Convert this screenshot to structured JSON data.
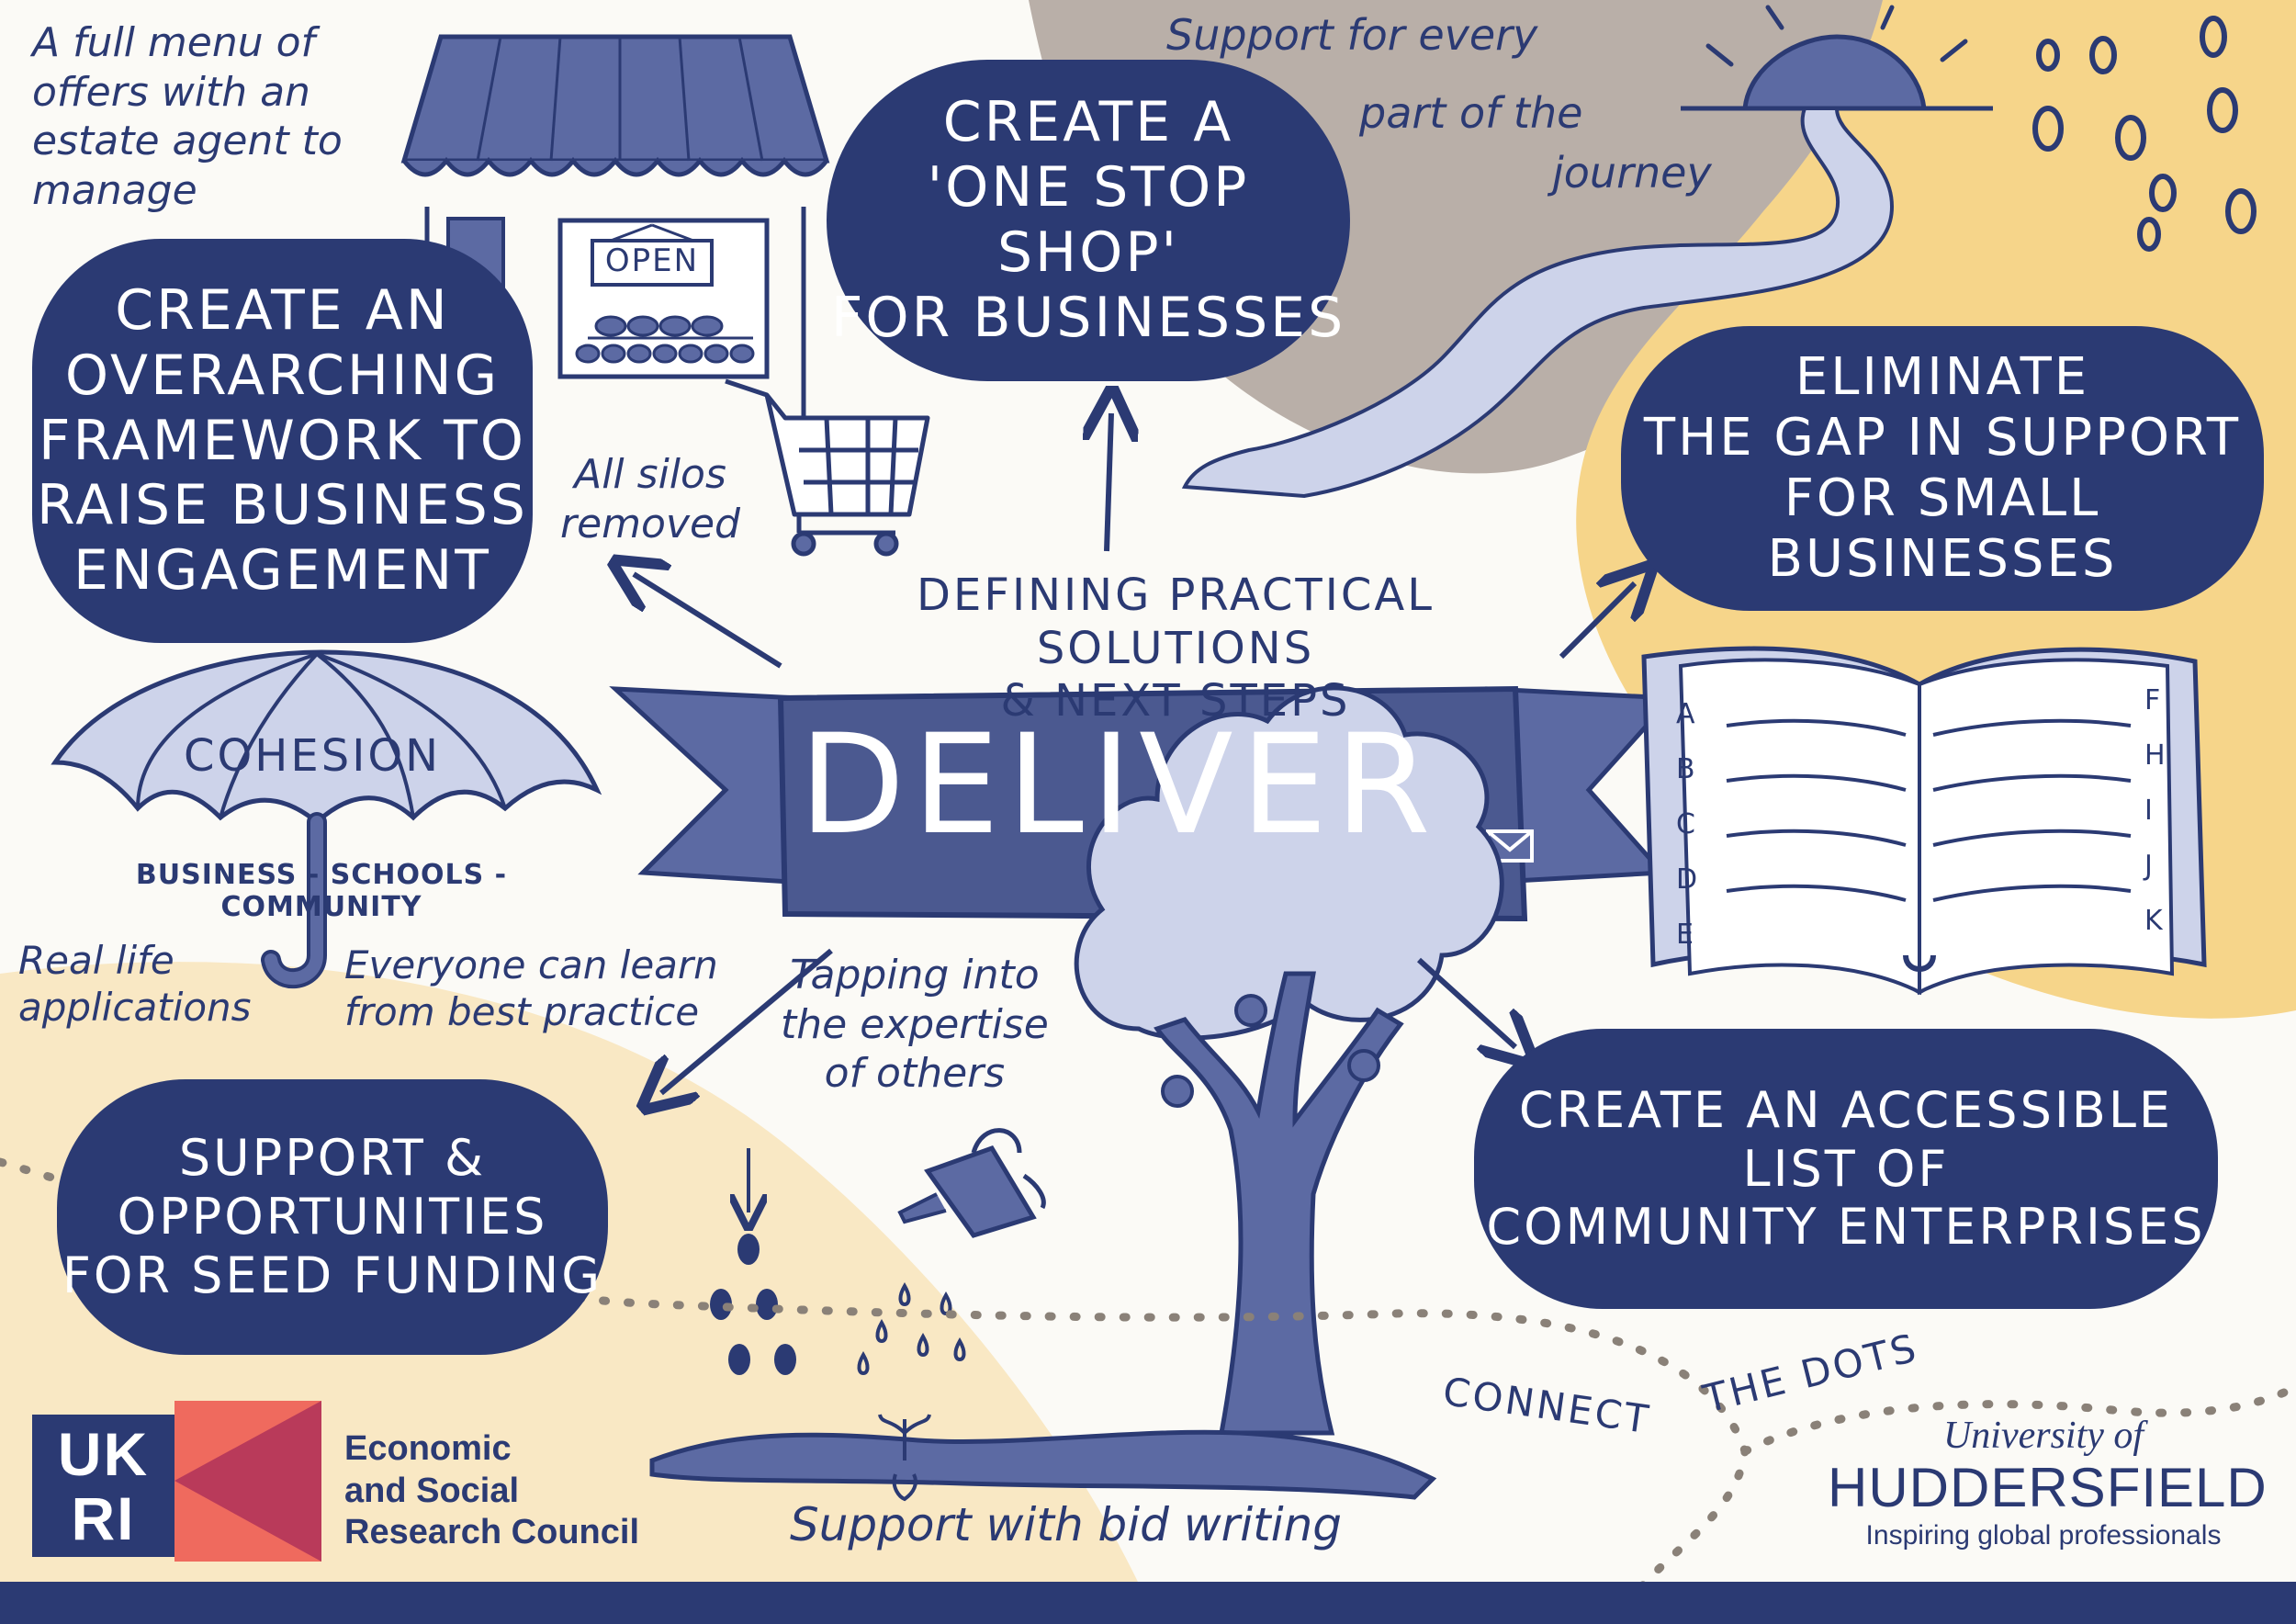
{
  "center": {
    "heading": "DEFINING PRACTICAL SOLUTIONS",
    "heading2": "& NEXT STEPS",
    "banner": "DELIVER"
  },
  "bubbles": {
    "framework": [
      "CREATE AN",
      "OVERARCHING",
      "FRAMEWORK TO",
      "RAISE BUSINESS",
      "ENGAGEMENT"
    ],
    "one_stop": [
      "CREATE A",
      "'ONE STOP SHOP'",
      "FOR BUSINESSES"
    ],
    "gap": [
      "ELIMINATE",
      "THE GAP IN SUPPORT",
      "FOR SMALL BUSINESSES"
    ],
    "seed": [
      "SUPPORT &",
      "OPPORTUNITIES",
      "FOR SEED FUNDING"
    ],
    "list": [
      "CREATE AN ACCESSIBLE",
      "LIST OF",
      "COMMUNITY ENTERPRISES"
    ]
  },
  "notes": {
    "full_menu": [
      "A full menu of",
      "offers with an",
      "estate agent to",
      "manage"
    ],
    "support_journey": "Support for every",
    "part_of": "part of the",
    "journey": "journey",
    "silos": [
      "All silos",
      "removed"
    ],
    "real_life": [
      "Real life",
      "applications"
    ],
    "everyone": [
      "Everyone can learn",
      "from best practice"
    ],
    "tapping": [
      "Tapping into",
      "the expertise",
      "of others"
    ],
    "bid_writing": "Support with bid writing",
    "connect": "CONNECT",
    "the_dots": "THE DOTS"
  },
  "umbrella": {
    "title": "COHESION",
    "subtitle": "BUSINESS - SCHOOLS - COMMUNITY"
  },
  "shop": {
    "sign": "OPEN"
  },
  "book": {
    "left_letters": [
      "A",
      "B",
      "C",
      "D",
      "E"
    ],
    "right_letters": [
      "F",
      "H",
      "I",
      "J",
      "K"
    ]
  },
  "logos": {
    "ukri": [
      "UK",
      "RI"
    ],
    "esrc": [
      "Economic",
      "and Social",
      "Research Council"
    ],
    "uni_top": "University of",
    "uni_name": "HUDDERSFIELD",
    "uni_tag": "Inspiring global professionals"
  },
  "colors": {
    "navy": "#2b3a73",
    "mid_blue": "#5c6aa3",
    "light_blue": "#cdd3ea",
    "sand": "#f9e8c4",
    "yellow": "#f6d58a",
    "grey": "#b9afa8",
    "coral": "#ef6a5e",
    "plum": "#b93a5a"
  }
}
